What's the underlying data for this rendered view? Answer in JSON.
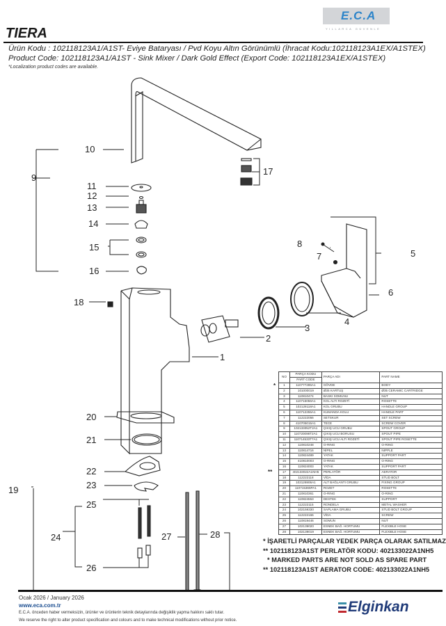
{
  "brand": {
    "eca_logo_text": "E.C.A",
    "eca_tagline": "YILLARCA GÜVENLE",
    "eca_color": "#2c84c9",
    "elginkan_text": "Elginkan",
    "elginkan_color": "#1f3a78",
    "elginkan_mark_colors": [
      "#3a8fa8",
      "#1f3a78",
      "#c0272d"
    ]
  },
  "header": {
    "title": "TIERA",
    "product_code_tr": "Ürün Kodu : 102118123A1/A1ST- Eviye Bataryası / Pvd Koyu Altın Görünümlü (İhracat Kodu:102118123A1EX/A1STEX)",
    "product_code_en": "Product Code: 102118123A1/A1ST - Sink Mixer / Dark Gold Effect (Export Code: 102118123A1EX/A1STEX)",
    "localization_note": "*Localization product codes are available."
  },
  "diagram": {
    "callouts": [
      "1",
      "2",
      "3",
      "4",
      "5",
      "6",
      "7",
      "8",
      "9",
      "10",
      "11",
      "12",
      "13",
      "14",
      "15",
      "16",
      "17",
      "18",
      "19",
      "20",
      "21",
      "22",
      "23",
      "24",
      "25",
      "26",
      "27",
      "28"
    ]
  },
  "table": {
    "headers": {
      "no": "NO",
      "code_tr": "PARÇA KODU",
      "code_en": "PART CODE",
      "name_tr": "PARÇA ADI",
      "name_en": "PART NAME"
    },
    "rows": [
      {
        "no": "1",
        "code": "110777285A1",
        "tr": "GÖVDE",
        "en": "BODY",
        "mark": "*"
      },
      {
        "no": "2",
        "code": "101000019",
        "tr": "Ø35 KARTUŞ",
        "en": "Ø35 CERAMIC CARTRIDGE",
        "mark": ""
      },
      {
        "no": "3",
        "code": "110810474",
        "tr": "BASKI SOMUNU",
        "en": "NUT",
        "mark": ""
      },
      {
        "no": "4",
        "code": "110715056A1",
        "tr": "KOL ALTI ROZETİ",
        "en": "ROSETTE",
        "mark": ""
      },
      {
        "no": "5",
        "code": "102128118A1",
        "tr": "KOL GRUBU",
        "en": "HANDLE GROUP",
        "mark": ""
      },
      {
        "no": "6",
        "code": "110712255A1",
        "tr": "KUMANDA KOLU",
        "en": "HANDLE PART",
        "mark": ""
      },
      {
        "no": "7",
        "code": "112222056",
        "tr": "SETSKUR",
        "en": "SET SCREW",
        "mark": ""
      },
      {
        "no": "8",
        "code": "410705015A1",
        "tr": "TECE",
        "en": "SCREW COVER",
        "mark": ""
      },
      {
        "no": "9",
        "code": "102133052T2A1",
        "tr": "ÇIKIŞ UCU GRUBU",
        "en": "SPOUT GROUP",
        "mark": ""
      },
      {
        "no": "10",
        "code": "110720098T2A1",
        "tr": "ÇIKIŞ UCU BORUSU",
        "en": "SPOUT PIPE",
        "mark": ""
      },
      {
        "no": "11",
        "code": "110714533T7A1",
        "tr": "ÇIKIŞ UCU ALTI ROZETİ",
        "en": "SPOUT PIPE ROSETTE",
        "mark": ""
      },
      {
        "no": "12",
        "code": "110810248",
        "tr": "O-RING",
        "en": "O-RING",
        "mark": ""
      },
      {
        "no": "13",
        "code": "110814716",
        "tr": "NİPEL",
        "en": "NIPPLE",
        "mark": ""
      },
      {
        "no": "14",
        "code": "110824489",
        "tr": "YATAK",
        "en": "SUPPORT PART",
        "mark": ""
      },
      {
        "no": "15",
        "code": "410810003",
        "tr": "O-RING",
        "en": "O-RING",
        "mark": ""
      },
      {
        "no": "16",
        "code": "110824003",
        "tr": "YATAK",
        "en": "SUPPORT PART",
        "mark": ""
      },
      {
        "no": "17",
        "code": "402133022A1NH5",
        "tr": "PERLATÖR",
        "en": "AERATOR",
        "mark": "**"
      },
      {
        "no": "18",
        "code": "112222118",
        "tr": "VİDA",
        "en": "STUD BOLT",
        "mark": ""
      },
      {
        "no": "19",
        "code": "102126906A1",
        "tr": "ALT BAĞLANTI GRUBU",
        "en": "FIXING GROUP",
        "mark": ""
      },
      {
        "no": "20",
        "code": "110715365PA1",
        "tr": "ROZET",
        "en": "ROSETTE",
        "mark": ""
      },
      {
        "no": "21",
        "code": "110810361",
        "tr": "O-RING",
        "en": "O-RING",
        "mark": ""
      },
      {
        "no": "22",
        "code": "110824553",
        "tr": "DESTEK",
        "en": "SUPPORT",
        "mark": ""
      },
      {
        "no": "23",
        "code": "112222115",
        "tr": "RONDELA",
        "en": "METAL WASHER",
        "mark": ""
      },
      {
        "no": "24",
        "code": "102159330",
        "tr": "SAPLAMA GRUBU",
        "en": "STUD BOLT GROUP",
        "mark": ""
      },
      {
        "no": "25",
        "code": "112222166",
        "tr": "VİDA",
        "en": "SCREW",
        "mark": ""
      },
      {
        "no": "26",
        "code": "110819446",
        "tr": "SOMUN",
        "en": "NUT",
        "mark": ""
      },
      {
        "no": "27",
        "code": "102139020",
        "tr": "ESNEK BAĞ. HORTUMU",
        "en": "FLEXIBLE HOSE",
        "mark": ""
      },
      {
        "no": "28",
        "code": "102139019",
        "tr": "ESNEK BAĞ. HORTUMU",
        "en": "FLEXIBLE HOSE",
        "mark": ""
      }
    ]
  },
  "notes": {
    "line1": "* İŞARETLİ PARÇALAR YEDEK PARÇA OLARAK SATILMAZ",
    "line2": "** 102118123A1ST PERLATÖR KODU: 402133022A1NH5",
    "line3": "* MARKED PARTS ARE NOT SOLD AS SPARE PART",
    "line4": "** 102118123A1ST AERATOR CODE: 402133022A1NH5"
  },
  "footer": {
    "date": "Ocak 2026 /  January 2026",
    "url": "www.eca.com.tr",
    "disclaimer_tr": "E.C.A. önceden haber vermeksizin, ürünler ve ürünlerin teknik detaylarında değişiklik yapma hakkını saklı tutar.",
    "disclaimer_en": "We reserve the right to alter product specification and colours and to make technical modifications without prior notice."
  }
}
